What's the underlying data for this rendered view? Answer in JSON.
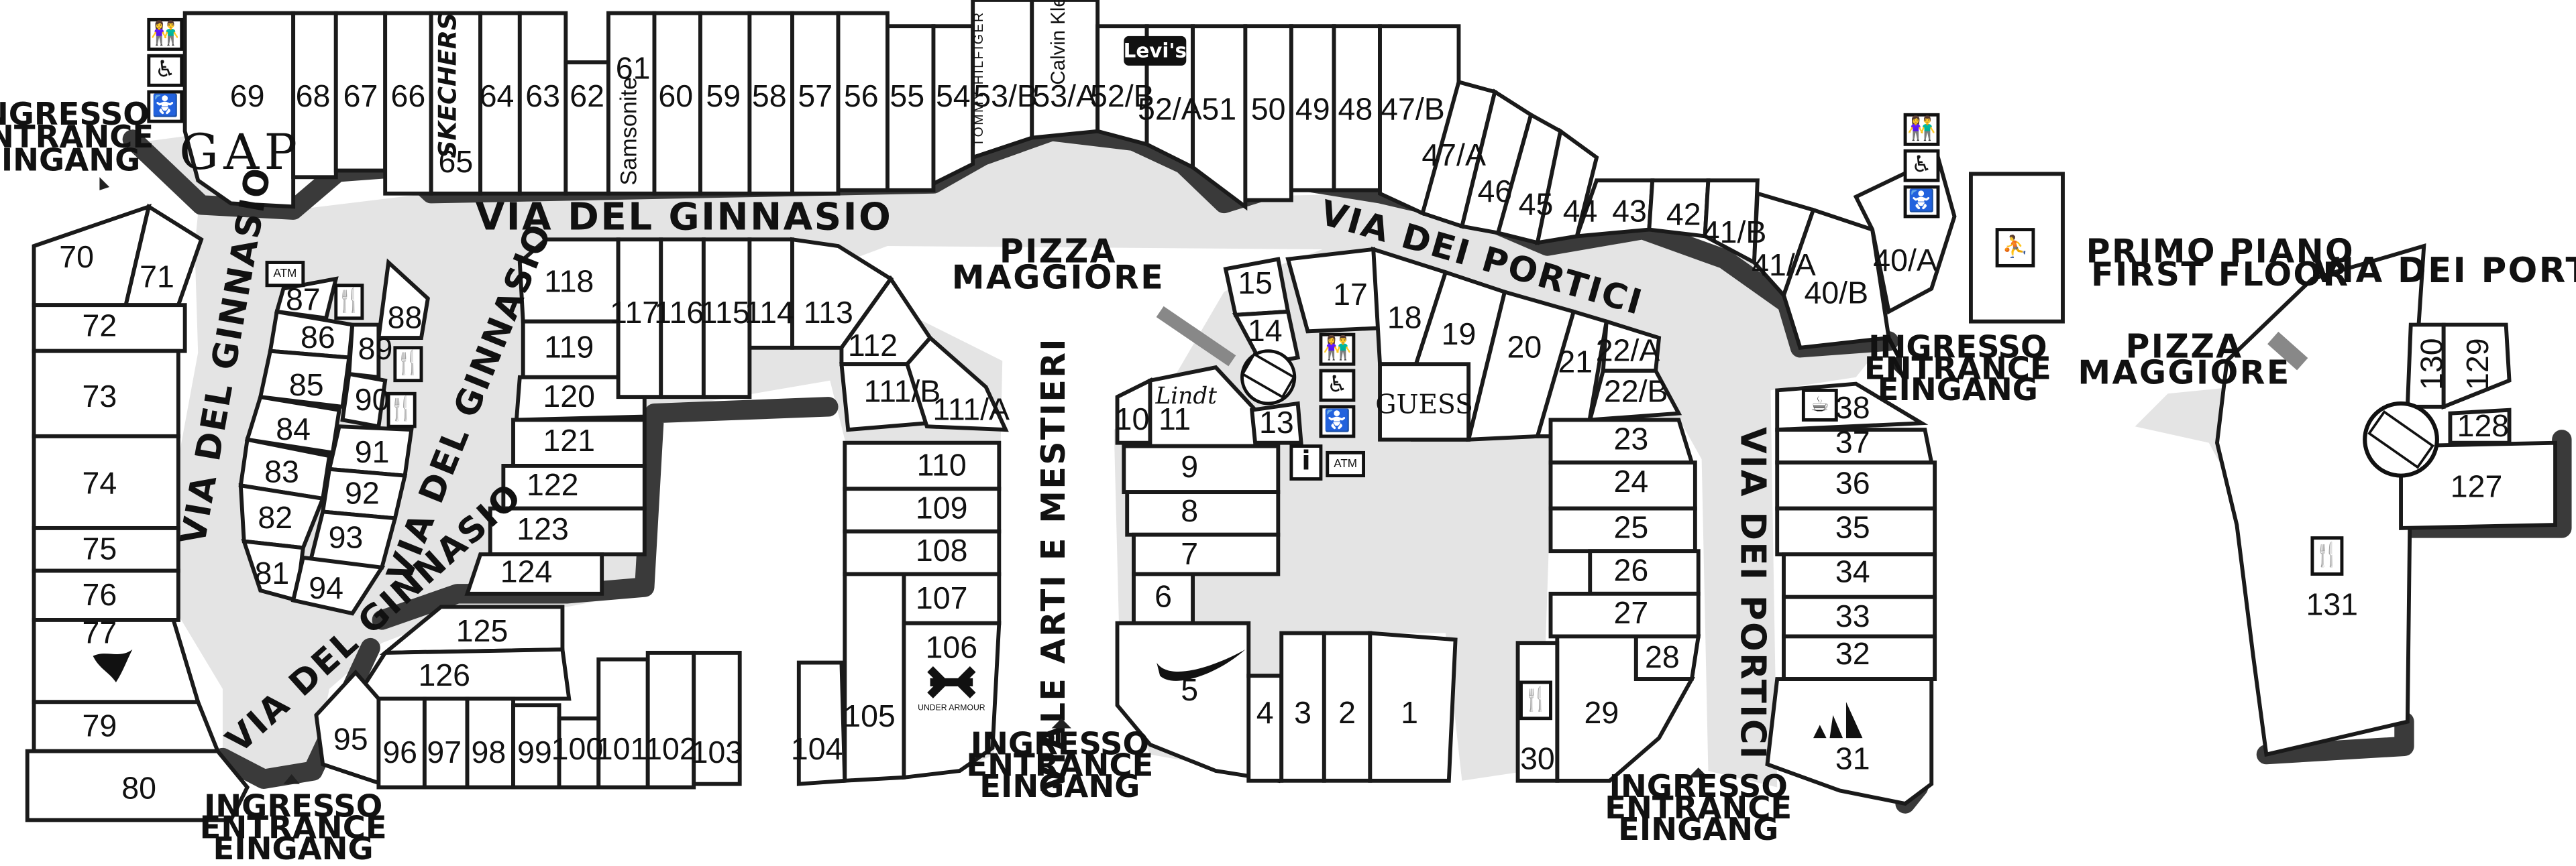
{
  "units": {
    "u69": "69",
    "u68": "68",
    "u67": "67",
    "u66": "66",
    "u65": "65",
    "u64": "64",
    "u63": "63",
    "u62": "62",
    "u61": "61",
    "u60": "60",
    "u59": "59",
    "u58": "58",
    "u57": "57",
    "u56": "56",
    "u55": "55",
    "u54": "54",
    "u53b": "53/B",
    "u53a": "53/A",
    "u52b": "52/B",
    "u52a": "52/A",
    "u51": "51",
    "u50": "50",
    "u49": "49",
    "u48": "48",
    "u47b": "47/B",
    "u47a": "47/A",
    "u46": "46",
    "u45": "45",
    "u44": "44",
    "u43": "43",
    "u42": "42",
    "u41b": "41/B",
    "u41a": "41/A",
    "u40a": "40/A",
    "u40b": "40/B",
    "u70": "70",
    "u71": "71",
    "u72": "72",
    "u73": "73",
    "u74": "74",
    "u75": "75",
    "u76": "76",
    "u77": "77",
    "u79": "79",
    "u80": "80",
    "u81": "81",
    "u82": "82",
    "u83": "83",
    "u84": "84",
    "u85": "85",
    "u86": "86",
    "u87": "87",
    "u88": "88",
    "u89": "89",
    "u90": "90",
    "u91": "91",
    "u92": "92",
    "u93": "93",
    "u94": "94",
    "u95": "95",
    "u96": "96",
    "u97": "97",
    "u98": "98",
    "u99": "99",
    "u100": "100",
    "u101": "101",
    "u102": "102",
    "u103": "103",
    "u104": "104",
    "u105": "105",
    "u106": "106",
    "u107": "107",
    "u108": "108",
    "u109": "109",
    "u110": "110",
    "u111a": "111/A",
    "u111b": "111/B",
    "u112": "112",
    "u113": "113",
    "u114": "114",
    "u115": "115",
    "u116": "116",
    "u117": "117",
    "u118": "118",
    "u119": "119",
    "u120": "120",
    "u121": "121",
    "u122": "122",
    "u123": "123",
    "u124": "124",
    "u125": "125",
    "u126": "126",
    "u1": "1",
    "u2": "2",
    "u3": "3",
    "u4": "4",
    "u5": "5",
    "u6": "6",
    "u7": "7",
    "u8": "8",
    "u9": "9",
    "u10": "10",
    "u11": "11",
    "u13": "13",
    "u14": "14",
    "u15": "15",
    "u17": "17",
    "u18": "18",
    "u19": "19",
    "u20": "20",
    "u21": "21",
    "u22a": "22/A",
    "u22b": "22/B",
    "u23": "23",
    "u24": "24",
    "u25": "25",
    "u26": "26",
    "u27": "27",
    "u28": "28",
    "u29": "29",
    "u30": "30",
    "u31": "31",
    "u32": "32",
    "u33": "33",
    "u34": "34",
    "u35": "35",
    "u36": "36",
    "u37": "37",
    "u38": "38",
    "u127": "127",
    "u128": "128",
    "u129": "129",
    "u130": "130",
    "u131": "131"
  },
  "streets": {
    "ginnasio": "VIA DEL GINNASIO",
    "portici": "VIA DEI PORTICI",
    "arti": "VIALE ARTI E MESTIERI"
  },
  "piazza": {
    "line1": "PIZZA",
    "line2": "MAGGIORE"
  },
  "entrance": {
    "l1": "INGRESSO",
    "l2": "ENTRANCE",
    "l3": "EINGANG"
  },
  "first_floor": {
    "line1": "PRIMO PIANO",
    "line2": "FIRST FLOOR"
  },
  "brands": {
    "gap": "GAP",
    "skechers": "SKECHERS",
    "samsonite": "Samsonite",
    "tommy": "TOMMY HILFIGER",
    "ck": "Calvin Klein",
    "levis": "Levi's",
    "lindt": "Lindt",
    "guess": "GUESS",
    "under_armour": "UNDER ARMOUR",
    "atm": "ATM"
  },
  "icons": {
    "toilets": "toilets-icon",
    "wheelchair": "wheelchair-icon",
    "baby": "baby-change-icon",
    "restaurant": "restaurant-icon",
    "atm": "atm-icon",
    "info": "info-icon",
    "cafe": "cafe-icon",
    "playground": "playground-icon",
    "escalator": "escalator-icon"
  },
  "colors": {
    "corridor": "#e4e4e4",
    "wall": "#3a3a3a",
    "line": "#1a1a1a"
  }
}
